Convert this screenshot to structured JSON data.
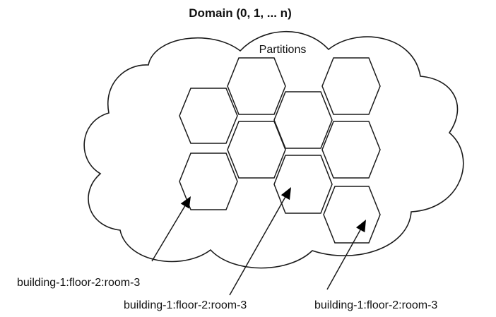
{
  "diagram": {
    "title": "Domain (0, 1, ... n)",
    "partitions_label": "Partitions",
    "labels": [
      "building-1:floor-2:room-3",
      "building-1:floor-2:room-3",
      "building-1:floor-2:room-3"
    ]
  }
}
